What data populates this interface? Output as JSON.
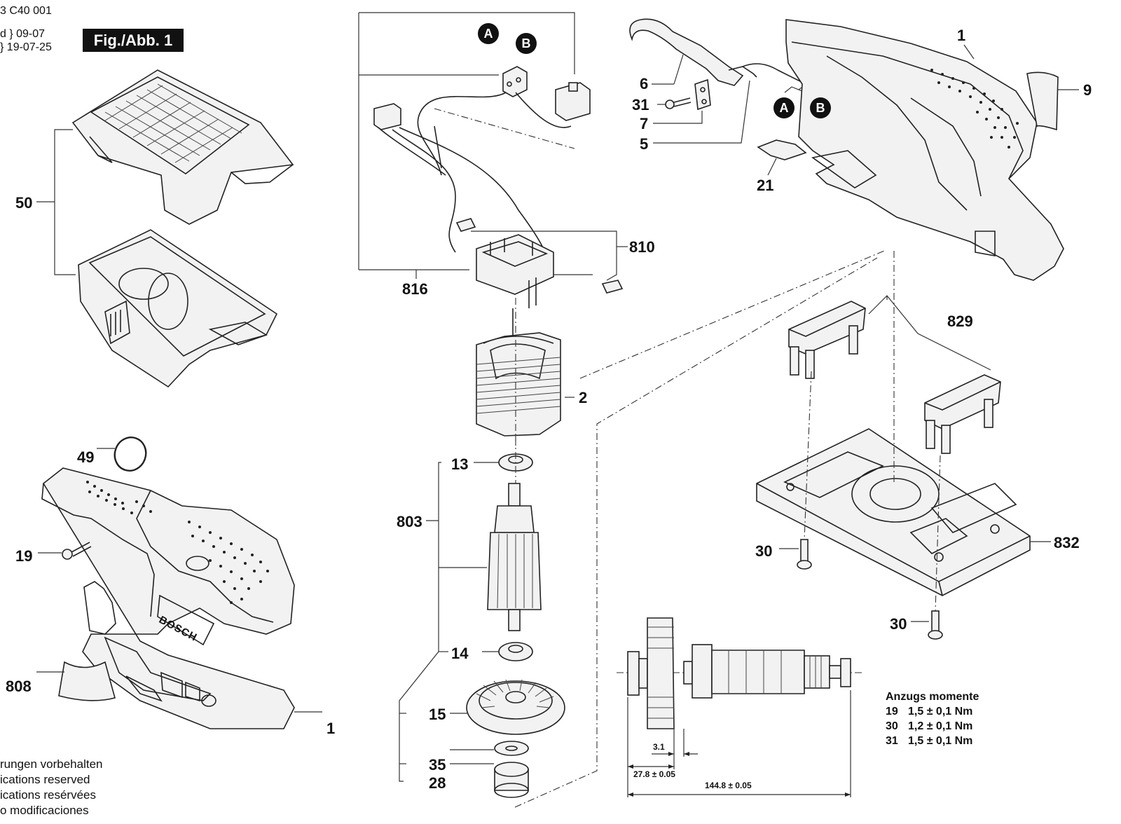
{
  "header": {
    "doc_number": "3 C40 001",
    "date_line_1": "d } 09-07",
    "date_line_2": "} 19-07-25",
    "figure_label": "Fig./Abb. 1"
  },
  "callouts": {
    "c1_top": "1",
    "c9": "9",
    "c6": "6",
    "c31": "31",
    "c7": "7",
    "c5": "5",
    "c21": "21",
    "c50": "50",
    "c810": "810",
    "c816": "816",
    "c2": "2",
    "c829": "829",
    "c49": "49",
    "c19": "19",
    "c13": "13",
    "c803": "803",
    "c14": "14",
    "c15": "15",
    "c35": "35",
    "c28": "28",
    "c808": "808",
    "c1_bottom": "1",
    "c30_a": "30",
    "c30_b": "30",
    "c832": "832"
  },
  "connector_markers": {
    "a_left": "A",
    "b_left": "B",
    "a_right": "A",
    "b_right": "B"
  },
  "brand_text": "BOSCH",
  "dimensions": {
    "d_small": "3.1",
    "d_mid": "27.8 ± 0.05",
    "d_total": "144.8 ± 0.05"
  },
  "torque": {
    "title": "Anzugs momente",
    "rows": [
      {
        "part": "19",
        "value": "1,5 ± 0,1 Nm"
      },
      {
        "part": "30",
        "value": "1,2 ± 0,1 Nm"
      },
      {
        "part": "31",
        "value": "1,5 ± 0,1 Nm"
      }
    ]
  },
  "notes": [
    "rungen vorbehalten",
    "ications reserved",
    "ications resérvées",
    "o modificaciones"
  ]
}
